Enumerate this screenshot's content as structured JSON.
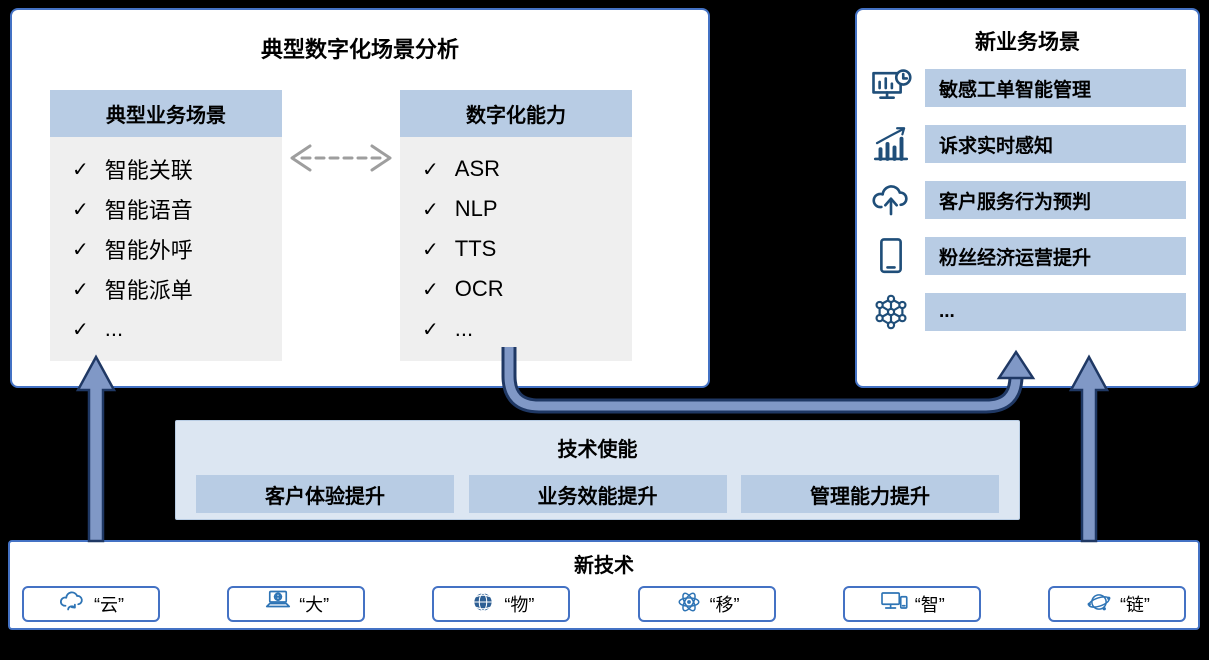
{
  "colors": {
    "background": "#000000",
    "accent_border": "#4472c4",
    "header_fill": "#b8cce4",
    "list_fill": "#efefef",
    "enable_panel_fill": "#dce6f2",
    "arrow_fill": "#8098c6",
    "arrow_outline": "#1f3864",
    "icon_navy": "#1f4e79"
  },
  "glyphs": {
    "check": "✓"
  },
  "analysis_panel": {
    "title": "典型数字化场景分析",
    "business_column": {
      "header": "典型业务场景",
      "items": [
        "智能关联",
        "智能语音",
        "智能外呼",
        "智能派单",
        "..."
      ]
    },
    "capability_column": {
      "header": "数字化能力",
      "items": [
        "ASR",
        "NLP",
        "TTS",
        "OCR",
        "..."
      ]
    }
  },
  "new_scenarios_panel": {
    "title": "新业务场景",
    "items": [
      {
        "icon": "monitor-chart-icon",
        "label": "敏感工单智能管理"
      },
      {
        "icon": "bar-chart-icon",
        "label": "诉求实时感知"
      },
      {
        "icon": "cloud-upload-icon",
        "label": "客户服务行为预判"
      },
      {
        "icon": "tablet-icon",
        "label": "粉丝经济运营提升"
      },
      {
        "icon": "network-icon",
        "label": "..."
      }
    ]
  },
  "enablement_panel": {
    "title": "技术使能",
    "items": [
      "客户体验提升",
      "业务效能提升",
      "管理能力提升"
    ]
  },
  "technology_panel": {
    "title": "新技术",
    "items": [
      {
        "icon": "cloud-sync-icon",
        "label": "“云”"
      },
      {
        "icon": "laptop-globe-icon",
        "label": "“大”"
      },
      {
        "icon": "globe-icon",
        "label": "“物”"
      },
      {
        "icon": "atom-icon",
        "label": "“移”"
      },
      {
        "icon": "desktop-phone-icon",
        "label": "“智”"
      },
      {
        "icon": "chain-network-icon",
        "label": "“链”"
      }
    ]
  }
}
